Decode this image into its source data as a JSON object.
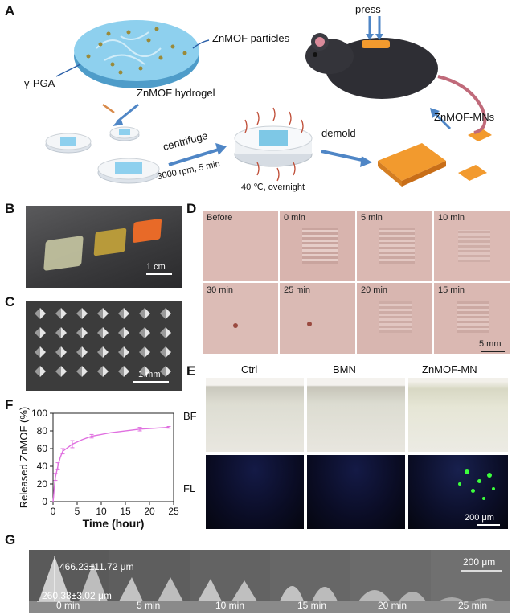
{
  "panels": {
    "A": "A",
    "B": "B",
    "C": "C",
    "D": "D",
    "E": "E",
    "F": "F",
    "G": "G"
  },
  "panelA": {
    "press": "press",
    "znmof_particles": "ZnMOF particles",
    "gamma_pga": "γ-PGA",
    "znmof_hydrogel": "ZnMOF hydrogel",
    "centrifuge": "centrifuge",
    "centrifuge_params": "3000 rpm, 5 min",
    "drying": "40 ℃, overnight",
    "demold": "demold",
    "znmof_mns": "ZnMOF-MNs"
  },
  "panelB": {
    "scale": "1 cm"
  },
  "panelC": {
    "scale": "1 mm"
  },
  "panelD": {
    "tiles": [
      "Before",
      "0 min",
      "5 min",
      "10 min",
      "30 min",
      "25 min",
      "20 min",
      "15 min"
    ],
    "scale": "5 mm"
  },
  "panelE": {
    "columns": [
      "Ctrl",
      "BMN",
      "ZnMOF-MN"
    ],
    "rows": [
      "BF",
      "FL"
    ],
    "scale": "200 μm"
  },
  "panelF": {
    "chart_data": {
      "type": "line",
      "xlabel": "Time (hour)",
      "ylabel": "Released ZnMOF (%)",
      "xlim": [
        0,
        25
      ],
      "ylim": [
        0,
        100
      ],
      "xticks": [
        0,
        5,
        10,
        15,
        20,
        25
      ],
      "yticks": [
        0,
        20,
        40,
        60,
        80,
        100
      ],
      "x": [
        0,
        0.1,
        0.25,
        0.5,
        1,
        1.5,
        2,
        3,
        4,
        6,
        8,
        12,
        18,
        24
      ],
      "y": [
        0,
        5,
        16,
        28,
        40,
        50,
        57,
        61,
        65,
        70,
        74,
        78,
        82,
        84
      ],
      "errorbar_x": [
        0.5,
        1,
        2,
        4,
        8,
        18,
        24
      ],
      "errorbar_y": [
        28,
        40,
        57,
        65,
        74,
        82,
        84
      ],
      "errorbar_err": [
        4,
        4,
        3,
        4,
        2,
        2,
        1
      ],
      "color": "#e070e0"
    }
  },
  "panelG": {
    "height": "466.23±11.72 μm",
    "width": "260.38±3.02 μm",
    "times": [
      "0 min",
      "5 min",
      "10 min",
      "15 min",
      "20 min",
      "25 min"
    ],
    "scale": "200 μm"
  },
  "colors": {
    "hydrogel_blue": "#7ec8e6",
    "mn_orange": "#f29a2e",
    "arrow_blue": "#4f86c6",
    "mouse": "#2e2e34",
    "fl_green": "#3cff3c"
  }
}
